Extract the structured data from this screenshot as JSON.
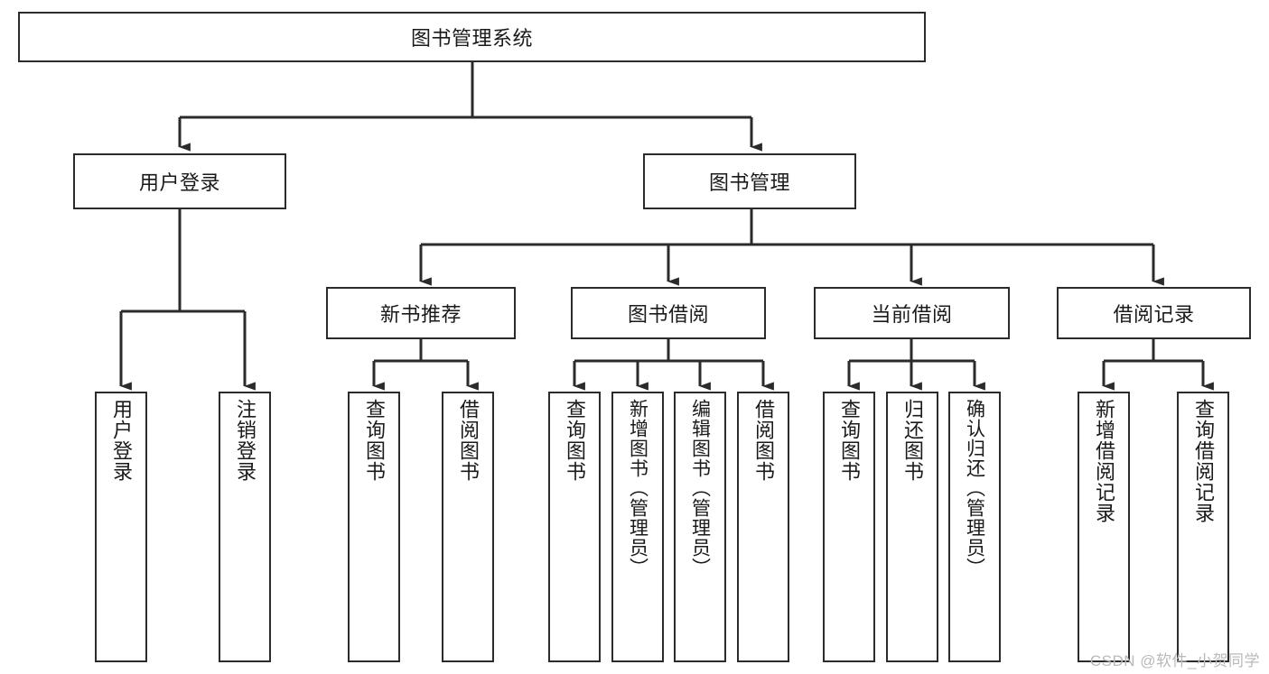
{
  "diagram": {
    "type": "tree",
    "title": "图书管理系统",
    "orientation": "top-down",
    "colors": {
      "node_border": "#2b2b2b",
      "node_fill": "#ffffff",
      "edge": "#2b2b2b",
      "text": "#1a1a1a",
      "watermark": "#b9b9b9"
    }
  },
  "root": {
    "label": "图书管理系统"
  },
  "level2": [
    {
      "label": "用户登录"
    },
    {
      "label": "图书管理"
    }
  ],
  "level3": [
    {
      "label": "新书推荐"
    },
    {
      "label": "图书借阅"
    },
    {
      "label": "当前借阅"
    },
    {
      "label": "借阅记录"
    }
  ],
  "leaves": {
    "user_login": [
      {
        "label": "用户登录"
      },
      {
        "label": "注销登录"
      }
    ],
    "new_book_recommend": [
      {
        "label": "查询图书"
      },
      {
        "label": "借阅图书"
      }
    ],
    "book_borrow": [
      {
        "label": "查询图书"
      },
      {
        "label": "新增图书（管理员）"
      },
      {
        "label": "编辑图书（管理员）"
      },
      {
        "label": "借阅图书"
      }
    ],
    "current_borrow": [
      {
        "label": "查询图书"
      },
      {
        "label": "归还图书"
      },
      {
        "label": "确认归还（管理员）"
      }
    ],
    "borrow_record": [
      {
        "label": "新增借阅记录"
      },
      {
        "label": "查询借阅记录"
      }
    ]
  },
  "watermark": {
    "text": "CSDN @软件_小贺同学"
  }
}
